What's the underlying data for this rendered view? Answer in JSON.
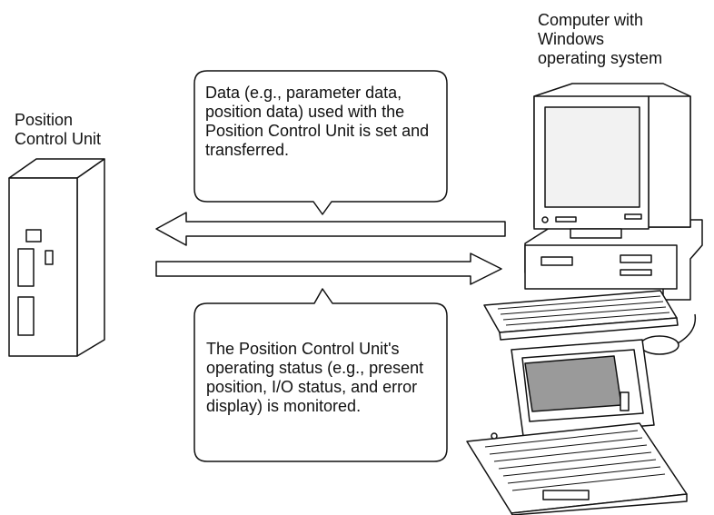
{
  "labels": {
    "position_control_unit": "Position\nControl Unit",
    "computer": "Computer with\nWindows\noperating system"
  },
  "callouts": {
    "transfer": "Data (e.g., parameter data, position data) used with the Position Control Unit is set and transferred.",
    "monitor": "The Position Control Unit's operating status (e.g., present position, I/O status, and error display) is monitored."
  },
  "arrows": [
    {
      "direction": "left",
      "meaning": "transfer"
    },
    {
      "direction": "right",
      "meaning": "monitor"
    }
  ],
  "colors": {
    "line": "#111111",
    "screen": "#9a9a9a",
    "fill": "#ffffff"
  }
}
